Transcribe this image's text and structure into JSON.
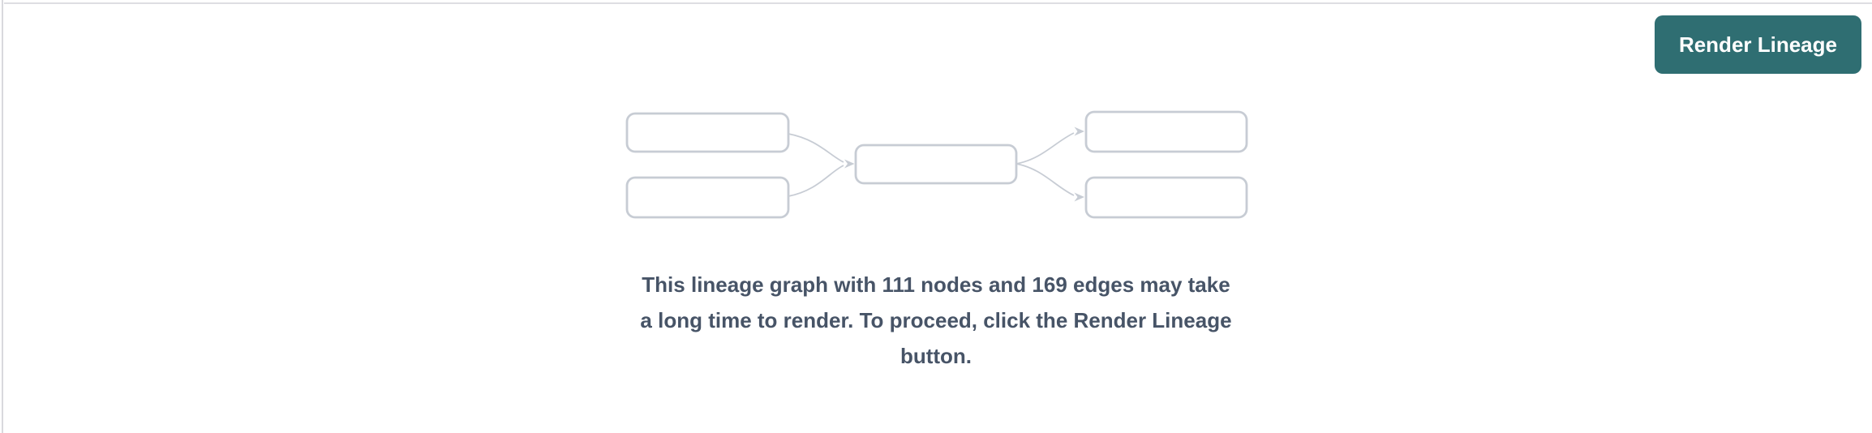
{
  "toolbar": {
    "render_lineage_label": "Render Lineage"
  },
  "message": {
    "lines": [
      "This lineage graph with 111 nodes and 169 edges may take",
      "a long time to render. To proceed, click the Render Lineage",
      "button."
    ],
    "full_text": "This lineage graph with 111 nodes and 169 edges may take a long time to render. To proceed, click the Render Lineage button."
  },
  "lineage_stats": {
    "nodes": "111",
    "edges": "169"
  },
  "diagram": {
    "kind": "lineage-graph-placeholder",
    "placeholder_nodes": 5,
    "placeholder_edges": 4
  },
  "colors": {
    "accent_teal": "#2f6e72",
    "button_text": "#ffffff",
    "message_text": "#475467",
    "diagram_stroke": "#c7ccd4",
    "pane_border": "#dedee2"
  }
}
